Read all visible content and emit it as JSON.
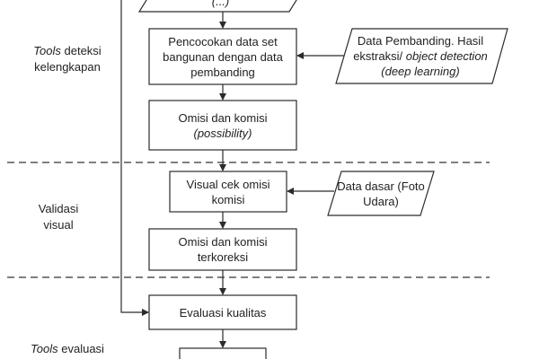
{
  "diagram": {
    "top_box": {
      "text": "(...)"
    },
    "process_match": {
      "line1": "Pencocokan data set",
      "line2": "bangunan dengan data",
      "line3": "pembanding"
    },
    "input_comparison": {
      "line1": "Data Pembanding. Hasil",
      "line2_plain": "ekstraksi/ ",
      "line2_italic": "object detection",
      "line3_italic": "(deep learning)"
    },
    "process_omission": {
      "line1": "Omisi dan komisi",
      "line2_italic": "(possibility)"
    },
    "process_visual_check": {
      "line1": "Visual cek omisi",
      "line2": "komisi"
    },
    "input_base": {
      "line1": "Data dasar (Foto",
      "line2": "Udara)"
    },
    "process_corrected": {
      "line1": "Omisi dan komisi",
      "line2": "terkoreksi"
    },
    "process_evaluation": {
      "line1": "Evaluasi kualitas"
    },
    "side_labels": {
      "completeness_italic": "Tools",
      "completeness_rest": " deteksi",
      "completeness_line2": "kelengkapan",
      "visual_line1": "Validasi",
      "visual_line2": "visual",
      "eval_italic": "Tools",
      "eval_rest": " evaluasi"
    },
    "colors": {
      "stroke": "#2b2b2b",
      "dash": "#555555",
      "background": "#ffffff"
    }
  }
}
